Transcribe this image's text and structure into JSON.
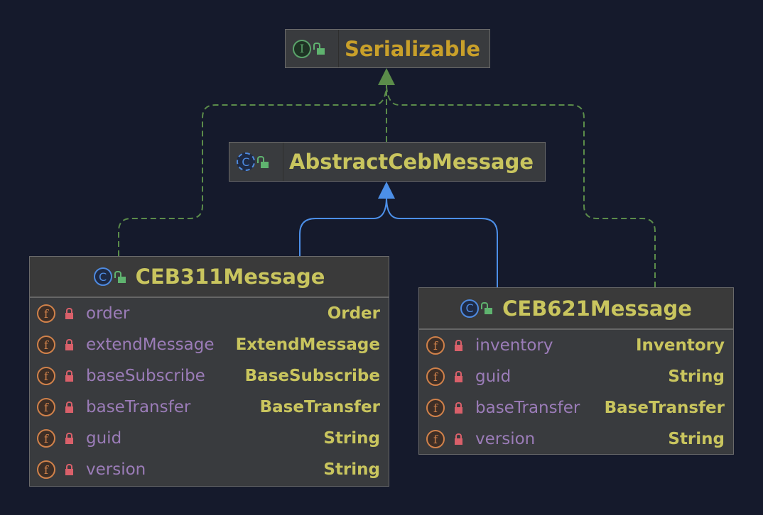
{
  "nodes": {
    "serializable": {
      "name": "Serializable",
      "kind": "interface",
      "icon": "I"
    },
    "abstract": {
      "name": "AbstractCebMessage",
      "kind": "abstract-class",
      "icon": "C"
    },
    "ceb311": {
      "name": "CEB311Message",
      "kind": "class",
      "icon": "C",
      "fields": [
        {
          "name": "order",
          "type": "Order"
        },
        {
          "name": "extendMessage",
          "type": "ExtendMessage"
        },
        {
          "name": "baseSubscribe",
          "type": "BaseSubscribe"
        },
        {
          "name": "baseTransfer",
          "type": "BaseTransfer"
        },
        {
          "name": "guid",
          "type": "String"
        },
        {
          "name": "version",
          "type": "String"
        }
      ]
    },
    "ceb621": {
      "name": "CEB621Message",
      "kind": "class",
      "icon": "C",
      "fields": [
        {
          "name": "inventory",
          "type": "Inventory"
        },
        {
          "name": "guid",
          "type": "String"
        },
        {
          "name": "baseTransfer",
          "type": "BaseTransfer"
        },
        {
          "name": "version",
          "type": "String"
        }
      ]
    }
  },
  "field_icon": "f",
  "colors": {
    "background": "#151a2c",
    "realization": "#5b8c4a",
    "inheritance": "#4c8fe8",
    "title": "#c9c55e",
    "interface_title": "#c9a02a"
  }
}
